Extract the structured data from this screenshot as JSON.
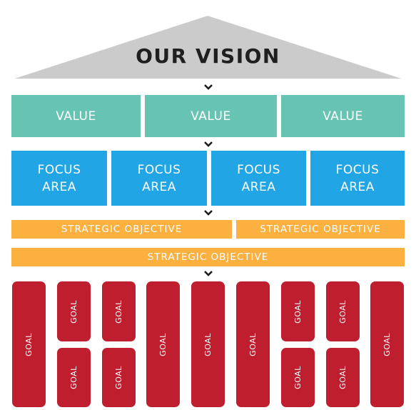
{
  "vision": {
    "title": "OUR VISION"
  },
  "values": [
    "VALUE",
    "VALUE",
    "VALUE"
  ],
  "focus_areas": [
    {
      "line1": "FOCUS",
      "line2": "AREA"
    },
    {
      "line1": "FOCUS",
      "line2": "AREA"
    },
    {
      "line1": "FOCUS",
      "line2": "AREA"
    },
    {
      "line1": "FOCUS",
      "line2": "AREA"
    }
  ],
  "strategic_objectives": {
    "row1": [
      "STRATEGIC OBJECTIVE",
      "STRATEGIC OBJECTIVE"
    ],
    "row2": "STRATEGIC OBJECTIVE"
  },
  "goal_label": "GOAL",
  "colors": {
    "roof": "#cbcbcb",
    "value": "#67c4b3",
    "focus_area": "#22a5e5",
    "objective": "#fbb040",
    "goal": "#bf1e2e",
    "chevron": "#1f1f1f"
  }
}
